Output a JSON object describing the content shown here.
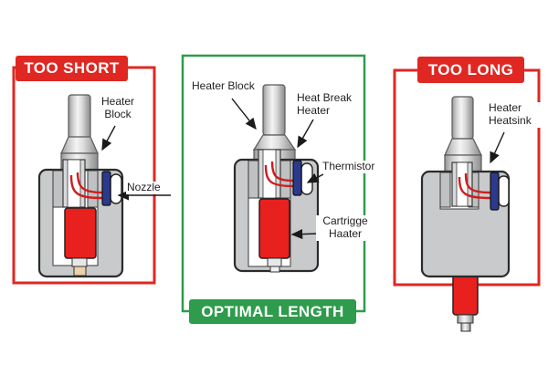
{
  "title": "Heater cartridge length comparison diagram",
  "colors": {
    "frame_red": "#e02722",
    "frame_green": "#2f9b4c",
    "cartridge_red": "#e8201e",
    "thermistor_blue": "#2c3a8e",
    "wire_red": "#d11c1c",
    "nozzle_tan": "#ead2a9",
    "label_text": "#1f1f1f",
    "outline": "#2b2b2b"
  },
  "panels": [
    {
      "id": "too-short",
      "badge": "TOO SHORT",
      "labels": [
        {
          "id": "heater-block",
          "text": "Heater\nBlock"
        },
        {
          "id": "nozzle",
          "text": "Nozzle"
        }
      ]
    },
    {
      "id": "optimal-length",
      "badge": "OPTIMAL LENGTH",
      "labels": [
        {
          "id": "heater-block",
          "text": "Heater Block"
        },
        {
          "id": "heat-break-heater",
          "text": "Heat Break\nHeater"
        },
        {
          "id": "thermistor",
          "text": "Thermistor"
        },
        {
          "id": "cartridge-heater",
          "text": "Cartrigge\nHaater"
        }
      ]
    },
    {
      "id": "too-long",
      "badge": "TOO LONG",
      "labels": [
        {
          "id": "heater-heatsink",
          "text": "Heater\nHeatsink"
        }
      ]
    }
  ]
}
